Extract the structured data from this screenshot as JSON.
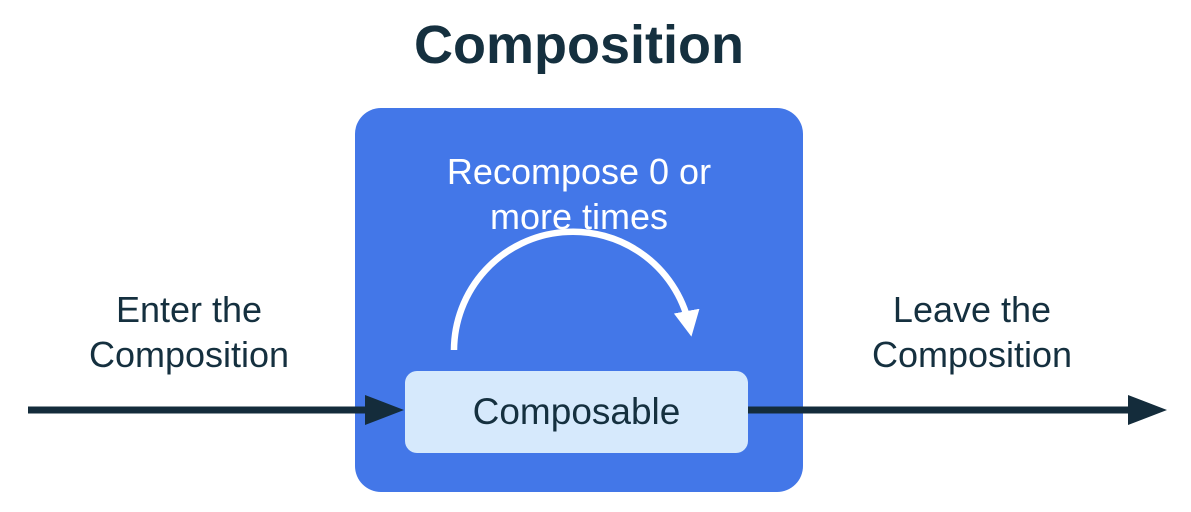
{
  "title": "Composition",
  "box": {
    "recompose_lines": [
      "Recompose 0 or",
      "more times"
    ],
    "composable_label": "Composable"
  },
  "labels": {
    "enter_lines": [
      "Enter the",
      "Composition"
    ],
    "leave_lines": [
      "Leave the",
      "Composition"
    ]
  },
  "icons": {
    "recompose_arc": "curved-arrow-clockwise",
    "enter_arrow": "arrow-right",
    "exit_arrow": "arrow-right"
  },
  "colors": {
    "background": "#ffffff",
    "composition_box": "#4377e8",
    "composable_box": "#d6e9fc",
    "dark_text": "#15303f",
    "light_text": "#ffffff",
    "arrow": "#142c3b"
  }
}
